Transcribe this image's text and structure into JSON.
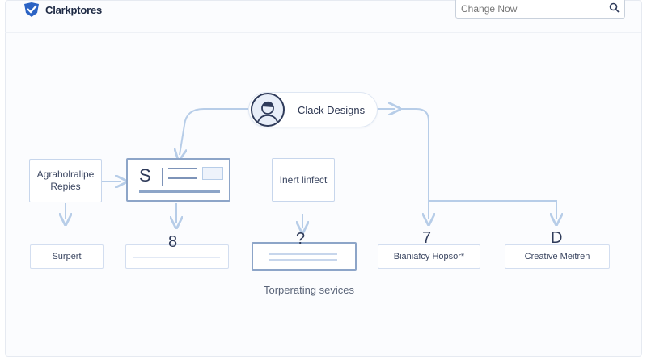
{
  "header": {
    "logo_text": "Clarkptores",
    "search_placeholder": "Change Now",
    "search_icon": "search-icon",
    "logo_icon": "checkmark-shield-icon"
  },
  "diagram": {
    "top_node": "Clack Designs",
    "left_node": "Agraholralipe Repies",
    "center_box_letter": "S",
    "middle_node": "Inert linfect",
    "bottom_nodes": [
      {
        "label": "Surpert",
        "glyph": ""
      },
      {
        "label": "",
        "glyph": "8"
      },
      {
        "label": "",
        "glyph": "?"
      },
      {
        "label": "Bianiafcy Hopsor*",
        "glyph": "7"
      },
      {
        "label": "Creative Meitren",
        "glyph": "D"
      }
    ],
    "caption": "Torperating sevices"
  },
  "colors": {
    "connector": "#b7cde8",
    "border": "#c7d6ec",
    "accent": "#2b63c4"
  }
}
